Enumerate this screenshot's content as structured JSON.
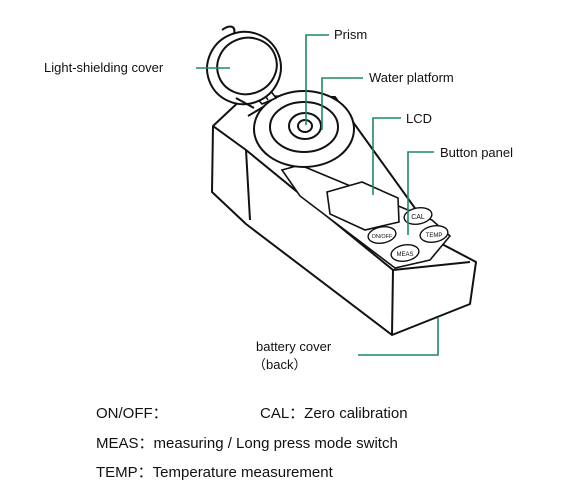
{
  "callouts": {
    "cover": "Light-shielding cover",
    "prism": "Prism",
    "water": "Water platform",
    "lcd": "LCD",
    "buttons": "Button panel",
    "battery": "battery cover",
    "battery_sub": "（back）"
  },
  "device_buttons": {
    "cal": "CAL",
    "onoff": "ON/OFF",
    "meas": "MEAS",
    "temp": "TEMP"
  },
  "legend": {
    "onoff": "ON/OFF：",
    "cal": "CAL：Zero calibration",
    "meas": "MEAS：measuring / Long press mode switch",
    "temp": "TEMP：Temperature measurement"
  },
  "colors": {
    "leader": "#1f8a5b",
    "outline": "#111111"
  }
}
